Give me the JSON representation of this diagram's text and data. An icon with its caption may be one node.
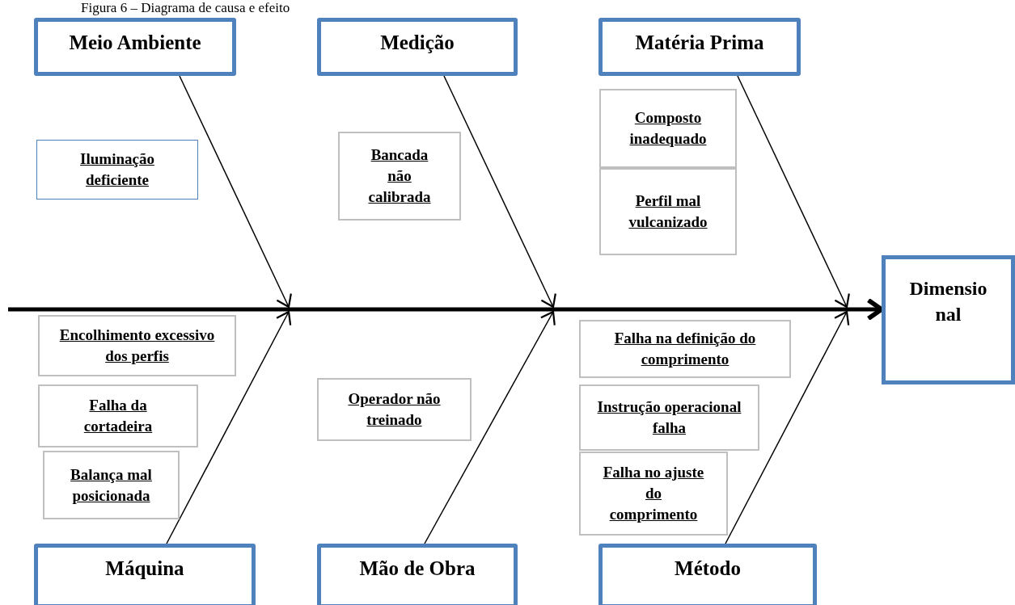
{
  "diagram": {
    "title": "Figura 6 – Diagrama de causa e efeito",
    "nodes": [
      {
        "text": [
          "Meio Ambiente"
        ]
      },
      {
        "text": [
          "Medição"
        ]
      },
      {
        "text": [
          "Matéria Prima"
        ]
      },
      {
        "text": [
          "Iluminação deficiente"
        ]
      },
      {
        "text": [
          "Bancada não calibrada"
        ]
      },
      {
        "text": [
          "Composto inadequado"
        ]
      },
      {
        "text": [
          "Perfil mal vulcanizado"
        ]
      },
      {
        "text": [
          "Dimensio nal"
        ]
      },
      {
        "text": [
          "Encolhimento excessivo dos perfis"
        ]
      },
      {
        "text": [
          "Falha da cortadeira"
        ]
      },
      {
        "text": [
          "Balança mal posicionada"
        ]
      },
      {
        "text": [
          "Operador não treinado"
        ]
      },
      {
        "text": [
          "Falha na definição do comprimento"
        ]
      },
      {
        "text": [
          "Instrução operacional falha"
        ]
      },
      {
        "text": [
          "Falha no ajuste do comprimento"
        ]
      },
      {
        "text": [
          "Máquina"
        ]
      },
      {
        "text": [
          "Mão de Obra"
        ]
      },
      {
        "text": [
          "Método"
        ]
      }
    ],
    "edges": [
      {
        "from": null,
        "to": 7,
        "arrow": "to",
        "style": "thick"
      },
      {
        "from": 0,
        "to": null,
        "arrow": "to"
      },
      {
        "from": 1,
        "to": null,
        "arrow": "to"
      },
      {
        "from": 2,
        "to": null,
        "arrow": "to"
      },
      {
        "from": 15,
        "to": null,
        "arrow": "to"
      },
      {
        "from": 16,
        "to": null,
        "arrow": "to"
      },
      {
        "from": 17,
        "to": null,
        "arrow": "to"
      }
    ]
  }
}
